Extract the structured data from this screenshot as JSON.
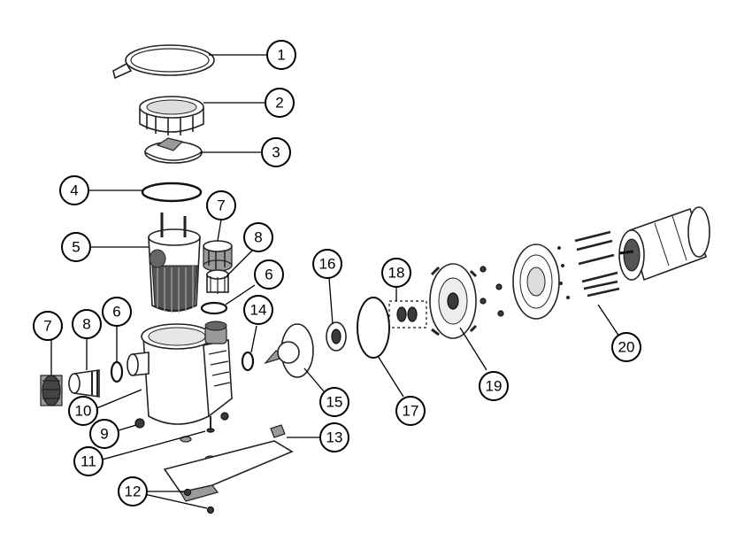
{
  "diagram": {
    "type": "exploded-parts-view",
    "callouts": [
      {
        "id": "c1",
        "label": "1"
      },
      {
        "id": "c2",
        "label": "2"
      },
      {
        "id": "c3",
        "label": "3"
      },
      {
        "id": "c4",
        "label": "4"
      },
      {
        "id": "c5",
        "label": "5"
      },
      {
        "id": "c6a",
        "label": "6"
      },
      {
        "id": "c6b",
        "label": "6"
      },
      {
        "id": "c7a",
        "label": "7"
      },
      {
        "id": "c7b",
        "label": "7"
      },
      {
        "id": "c8a",
        "label": "8"
      },
      {
        "id": "c8b",
        "label": "8"
      },
      {
        "id": "c9",
        "label": "9"
      },
      {
        "id": "c10",
        "label": "10"
      },
      {
        "id": "c11",
        "label": "11"
      },
      {
        "id": "c12",
        "label": "12"
      },
      {
        "id": "c13",
        "label": "13"
      },
      {
        "id": "c14",
        "label": "14"
      },
      {
        "id": "c15",
        "label": "15"
      },
      {
        "id": "c16",
        "label": "16"
      },
      {
        "id": "c17",
        "label": "17"
      },
      {
        "id": "c18",
        "label": "18"
      },
      {
        "id": "c19",
        "label": "19"
      },
      {
        "id": "c20",
        "label": "20"
      }
    ]
  }
}
